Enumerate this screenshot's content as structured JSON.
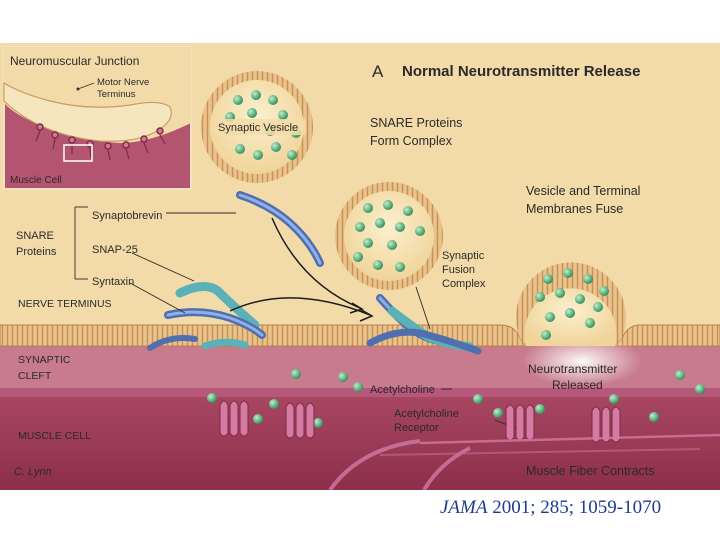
{
  "figure": {
    "panel_letter": "A",
    "title": "Normal Neurotransmitter Release",
    "inset": {
      "title": "Neuromuscular Junction",
      "motor_nerve_label_line1": "Motor Nerve",
      "motor_nerve_label_line2": "Terminus",
      "muscle_cell_label": "Muscle Cell"
    },
    "labels": {
      "synaptic_vesicle": "Synaptic Vesicle",
      "snare_form_line1": "SNARE Proteins",
      "snare_form_line2": "Form Complex",
      "fuse_line1": "Vesicle and Terminal",
      "fuse_line2": "Membranes Fuse",
      "snare_group_line1": "SNARE",
      "snare_group_line2": "Proteins",
      "synaptobrevin": "Synaptobrevin",
      "snap25": "SNAP-25",
      "syntaxin": "Syntaxin",
      "fusion_line1": "Synaptic",
      "fusion_line2": "Fusion",
      "fusion_line3": "Complex",
      "nerve_terminus": "NERVE TERMINUS",
      "cleft_line1": "SYNAPTIC",
      "cleft_line2": "CLEFT",
      "released_line1": "Neurotransmitter",
      "released_line2": "Released",
      "acetylcholine": "Acetylcholine",
      "receptor_line1": "Acetylcholine",
      "receptor_line2": "Receptor",
      "muscle_cell": "MUSCLE CELL",
      "contracts": "Muscle Fiber Contracts",
      "signature": "C. Lynn"
    },
    "colors": {
      "terminus": "#f1d9a6",
      "membrane": "#d9a36a",
      "cleft": "#c8788a",
      "muscle": "#9e3b57",
      "vesicle_dot": "#3fa56a",
      "receptor": "#d27aa3",
      "snare_blue": "#5a7fc0"
    }
  },
  "citation": {
    "journal": "JAMA",
    "rest": " 2001; 285; 1059-1070"
  }
}
